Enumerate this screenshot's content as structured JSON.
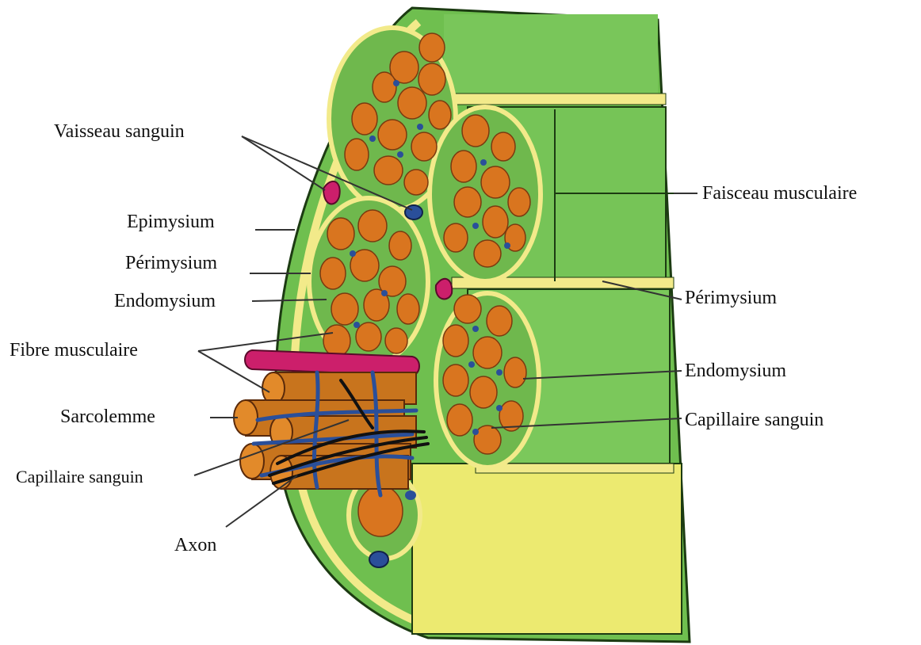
{
  "labels": {
    "vaisseau_sanguin": "Vaisseau sanguin",
    "epimysium": "Epimysium",
    "perimysium_left": "Périmysium",
    "endomysium_left": "Endomysium",
    "fibre_musculaire": "Fibre musculaire",
    "sarcolemme": "Sarcolemme",
    "capillaire_sanguin_left": "Capillaire sanguin",
    "axon": "Axon",
    "faisceau_musculaire": "Faisceau musculaire",
    "perimysium_right": "Périmysium",
    "endomysium_right": "Endomysium",
    "capillaire_sanguin_right": "Capillaire sanguin"
  },
  "colors": {
    "muscle_green": "#6fbf4f",
    "muscle_green_light": "#8fd36a",
    "connective_yellow": "#f2ea8a",
    "fiber_orange": "#d9751f",
    "fiber_outline": "#7a3a10",
    "vein_magenta": "#cc1f6b",
    "capillary_blue": "#2a4f9a",
    "axon_black": "#111111",
    "outline": "#1c3b12"
  }
}
